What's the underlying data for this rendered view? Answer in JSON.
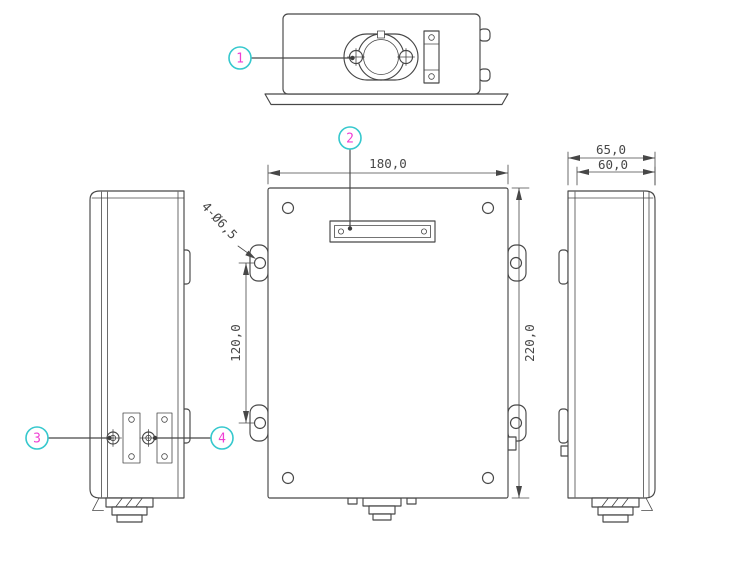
{
  "drawing": {
    "callouts": [
      {
        "number": "1"
      },
      {
        "number": "2"
      },
      {
        "number": "3"
      },
      {
        "number": "4"
      }
    ],
    "dimensions": {
      "front_width": "180,0",
      "front_height": "220,0",
      "hole_spacing": "120,0",
      "side_depth_outer": "65,0",
      "side_depth_inner": "60,0",
      "hole_note": "4-Ø6,5"
    },
    "colors": {
      "background": "#ffffff",
      "line": "#474747",
      "dimension_text": "#474747",
      "callout_ring": "#35c8cd",
      "callout_number": "#ef3fd3"
    }
  }
}
